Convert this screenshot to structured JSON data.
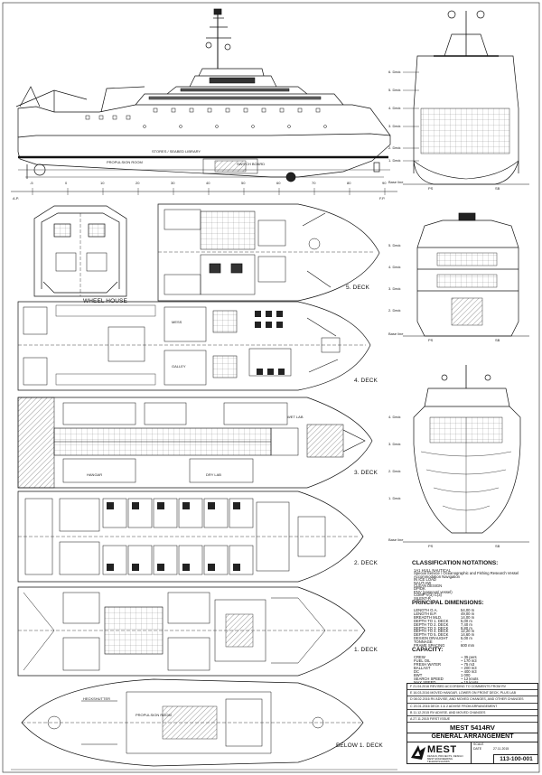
{
  "drawing": {
    "project": "MEST 5414RV",
    "title": "GENERAL ARRANGEMENT",
    "company": "MEST",
    "company_sub": "DESIGN, PROJECTS, DESIGN\nMEST ENGINEERING\nTELEFAKS/HANDS",
    "drawing_number": "113-100-001",
    "meta_1": "SCALE",
    "meta_2": "DATE",
    "meta_3": "27.11.2015"
  },
  "profile": {
    "perp_aft": "A.P.",
    "perp_fwd": "F.P.",
    "propulsion_room": "PROPULSION ROOM",
    "switchboard": "SWITCH BOARD",
    "stores": "STORES / SEABED LIBRARY"
  },
  "decks": {
    "wheelhouse": "WHEEL HOUSE",
    "deck5": "5. DECK",
    "deck4": "4. DECK",
    "deck3": "3. DECK",
    "deck2": "2. DECK",
    "deck1": "1. DECK",
    "below1": "BELOW 1. DECK"
  },
  "rooms": {
    "wet_lab": "WET LAB",
    "dry_lab": "DRY LAB",
    "hangar": "HANGAR",
    "mess": "MESS",
    "galley": "GALLEY",
    "propulsion": "PROPULSION ROOM",
    "stern": "HECKSHUTTER"
  },
  "sections": {
    "deck6": "6. Deck",
    "deck5": "5. Deck",
    "deck4": "4. Deck",
    "deck3": "3. Deck",
    "deck2": "2. Deck",
    "deck1": "1. Deck",
    "baseline": "Base line",
    "ps": "PS",
    "sb": "SB"
  },
  "spec": {
    "class_title": "CLASSIFICATION NOTATIONS:",
    "class_lines": [
      "1A1 HULL NAUTICAL",
      "Special Service / Oceanographic and Fishing Research Vessel",
      "Accommodation Navigation",
      "IN ICE LOAD",
      "NAUT-AW",
      "CLEAN DESIGN",
      "DP/DK",
      "ENV (gaseous/ vessel)",
      "COMF-V(3) C(3)",
      "SILENT-R"
    ],
    "dim_title": "PRINCIPAL DIMENSIONS:",
    "dim_rows": [
      [
        "LENGTH O.A.",
        "54,00 m"
      ],
      [
        "LENGTH B.P.",
        "49,00 m"
      ],
      [
        "BREADTH MLD.",
        "14,00 m"
      ],
      [
        "DEPTH TO 1. DECK",
        "5,00 m"
      ],
      [
        "DEPTH TO 2. DECK",
        "7,40 m"
      ],
      [
        "DEPTH TO 3. DECK",
        "9,80 m"
      ],
      [
        "DEPTH TO 4. DECK",
        "12,20 m"
      ],
      [
        "DEPTH TO 5. DECK",
        "14,60 m"
      ],
      [
        "DESIGN DRAUGHT",
        "5,00 m"
      ],
      [
        "TONNAGE",
        "-"
      ],
      [
        "FRAME SPACING",
        "600 mm"
      ]
    ],
    "cap_title": "CAPACITY:",
    "cap_rows": [
      [
        "CREW",
        "~ 35 pers"
      ],
      [
        "FUEL OIL",
        "~ 170 m3"
      ],
      [
        "FRESH WATER",
        "~ 75 m3"
      ],
      [
        "BALLAST",
        "~ 200 m3"
      ],
      [
        "DC",
        "~ 400 m3"
      ],
      [
        "BWT",
        "1 000"
      ],
      [
        "SEARCH SPEED",
        "~ 12 knots"
      ],
      [
        "MAX SPEED",
        "~ 15 knots"
      ]
    ]
  },
  "revisions": [
    "F   21.04.2016   REVISED ACCORDING TO COMMENTS FROM RV",
    "E   16.03.2016   MOVED HANGAR, LOWER ON FRONT DECK, PLUS LAB",
    "D   08.02.2016   RV ADVISE, AND MOVED CHANGES, AND OTHER CHANGES",
    "C   20.01.2016   DECK 1 & 2 ADVISE FROM ARRANGEMENT",
    "B   11.12.2015   RV ADVISE, AND MOVED CHANGES",
    "A   27.11.2015   FIRST ISSUE"
  ],
  "frames": [
    "-5",
    "0",
    "10",
    "20",
    "30",
    "40",
    "50",
    "60",
    "70",
    "80",
    "90"
  ]
}
